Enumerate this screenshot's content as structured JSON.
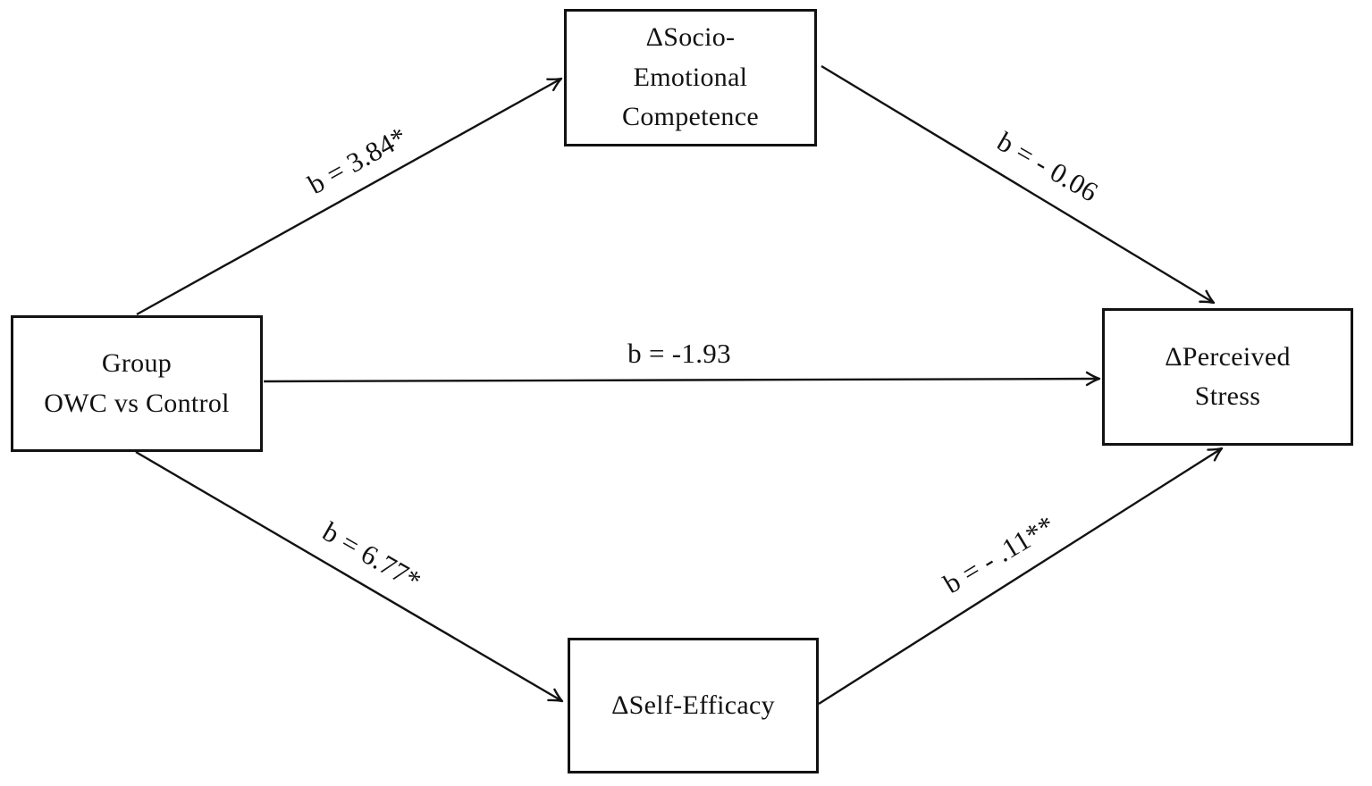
{
  "diagram": {
    "type": "mediation-path-model",
    "colors": {
      "line": "#121212",
      "background": "#ffffff"
    },
    "nodes": {
      "group": {
        "label": "Group\nOWC vs Control"
      },
      "sec": {
        "label": "ΔSocio-\nEmotional\nCompetence"
      },
      "self_efficacy": {
        "label": "ΔSelf-Efficacy"
      },
      "stress": {
        "label": "ΔPerceived\nStress"
      }
    },
    "edges": [
      {
        "from": "group",
        "to": "sec",
        "label": "b = 3.84*"
      },
      {
        "from": "sec",
        "to": "stress",
        "label": "b = - 0.06"
      },
      {
        "from": "group",
        "to": "stress",
        "label": "b = -1.93"
      },
      {
        "from": "group",
        "to": "self_efficacy",
        "label": "b = 6.77*"
      },
      {
        "from": "self_efficacy",
        "to": "stress",
        "label": "b = - .11**"
      }
    ]
  }
}
